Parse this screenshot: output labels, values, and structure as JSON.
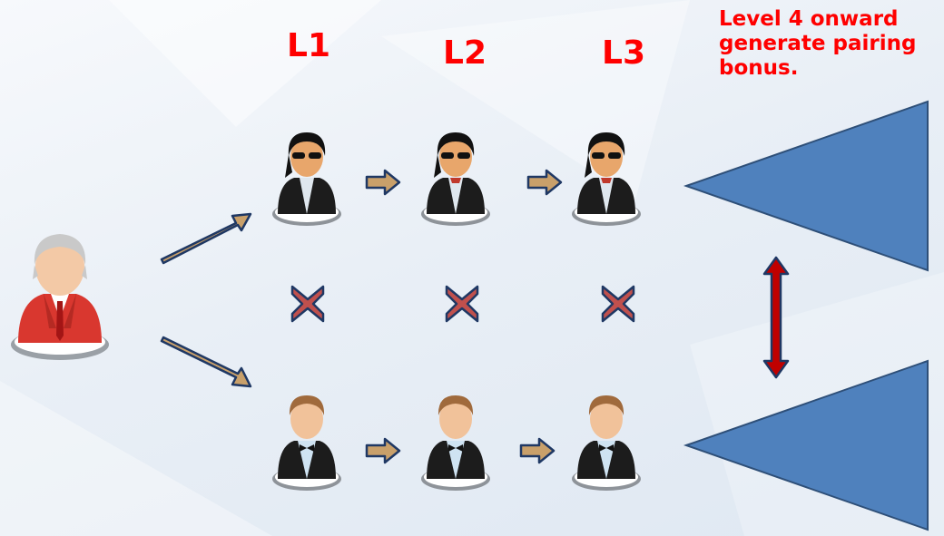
{
  "labels": {
    "l1": "L1",
    "l2": "L2",
    "l3": "L3"
  },
  "note": "Level 4 onward generate pairing bonus.",
  "icons": {
    "sponsor": "sponsor-person-icon",
    "top_member": "member-sunglasses-icon",
    "bottom_member": "member-bowtie-icon",
    "no_pair": "x-mark-icon",
    "flow": "right-arrow-icon",
    "pair_link": "double-headed-arrow-icon",
    "group": "downline-triangle-icon"
  },
  "colors": {
    "label": "#ff0000",
    "arrow_fill": "#c9a06a",
    "arrow_outline": "#1f3864",
    "cross": "#c0504d",
    "triangle": "#4f81bd",
    "pair_arrow": "#c00000"
  }
}
